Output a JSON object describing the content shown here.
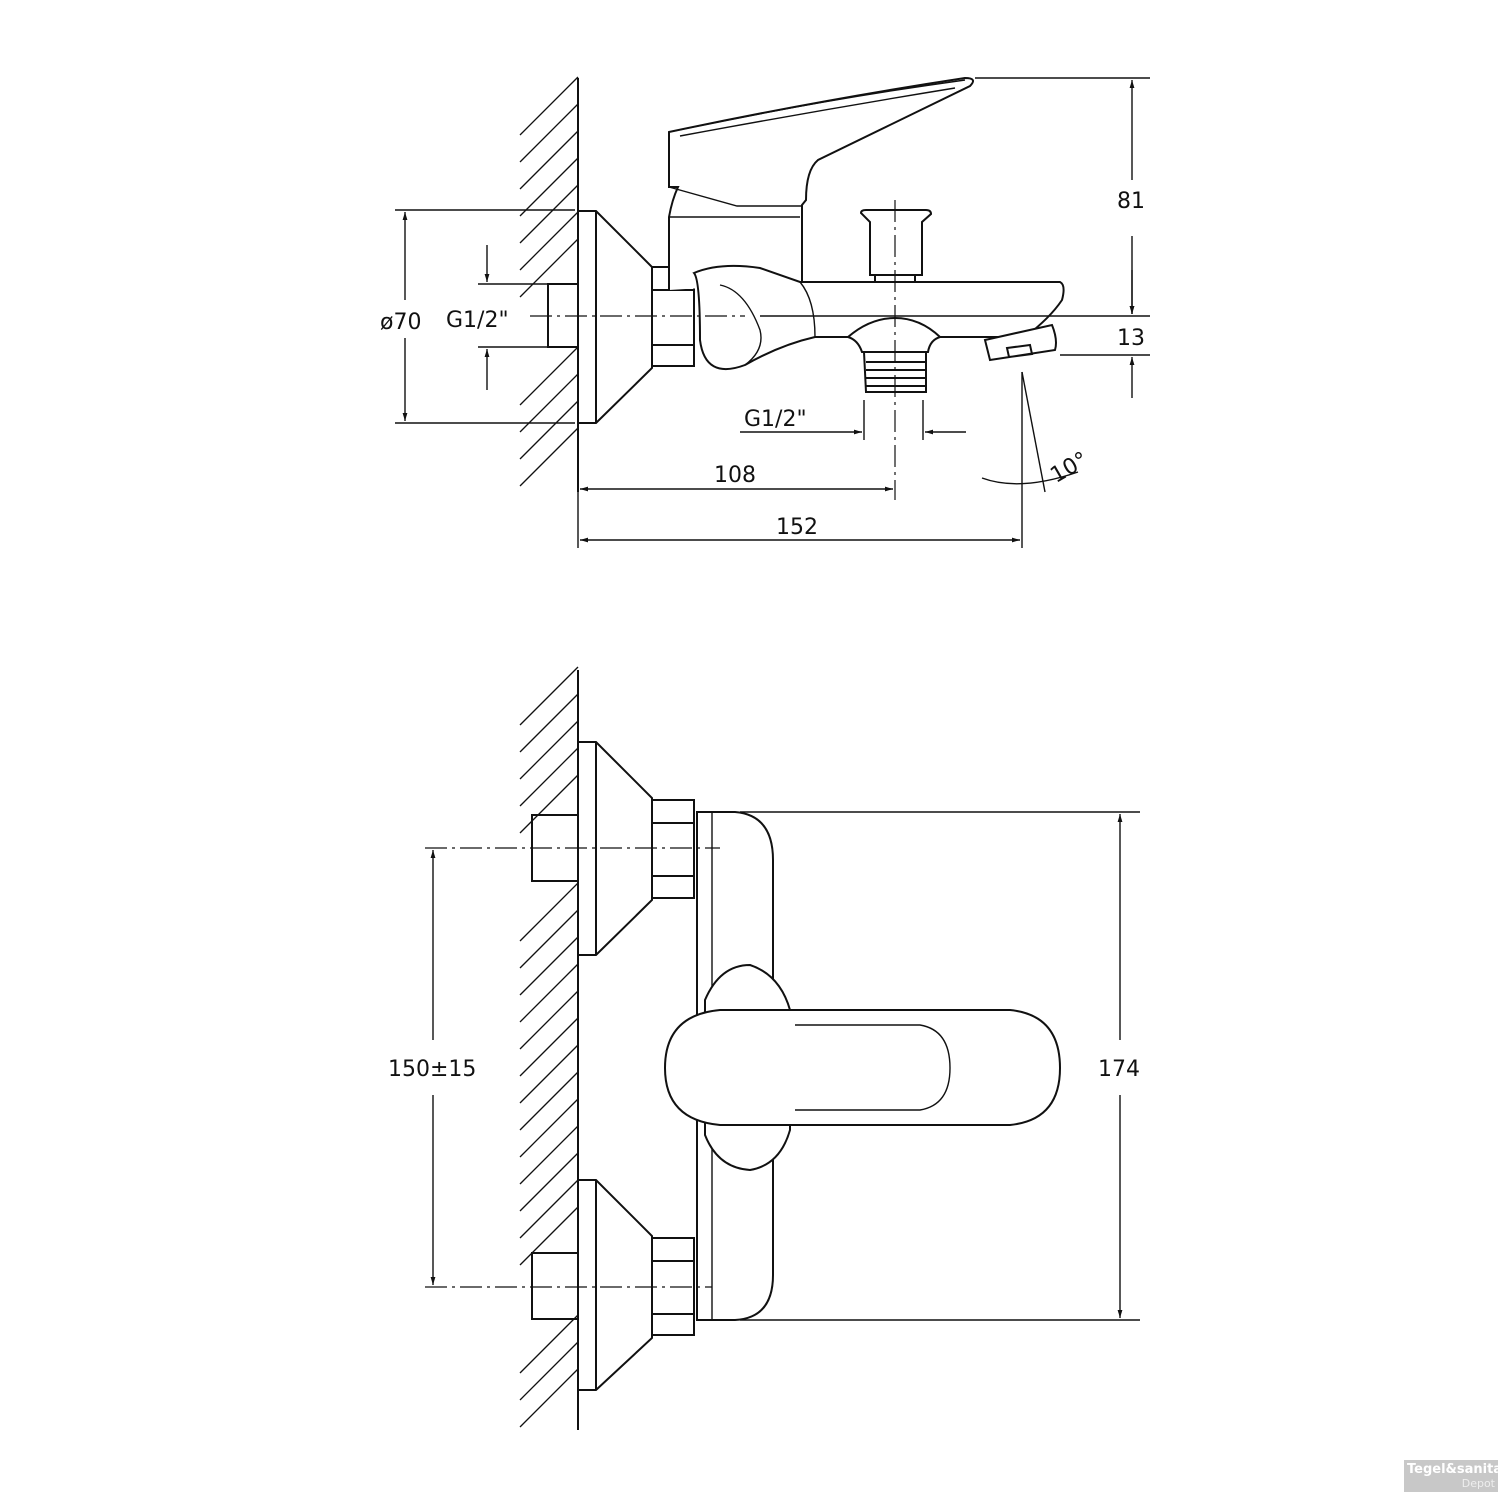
{
  "side_view": {
    "dimensions": {
      "height_handle": "81",
      "spout_drop": "13",
      "wall_diameter": "ø70",
      "inlet_thread": "G1/2\"",
      "outlet_thread": "G1/2\"",
      "outlet_distance": "108",
      "spout_projection": "152",
      "spout_angle": "10°"
    }
  },
  "front_view": {
    "dimensions": {
      "inlet_spacing": "150±15",
      "total_height": "174"
    }
  },
  "watermark": {
    "brand": "Tegel&sanitair",
    "sub": "Depot"
  }
}
